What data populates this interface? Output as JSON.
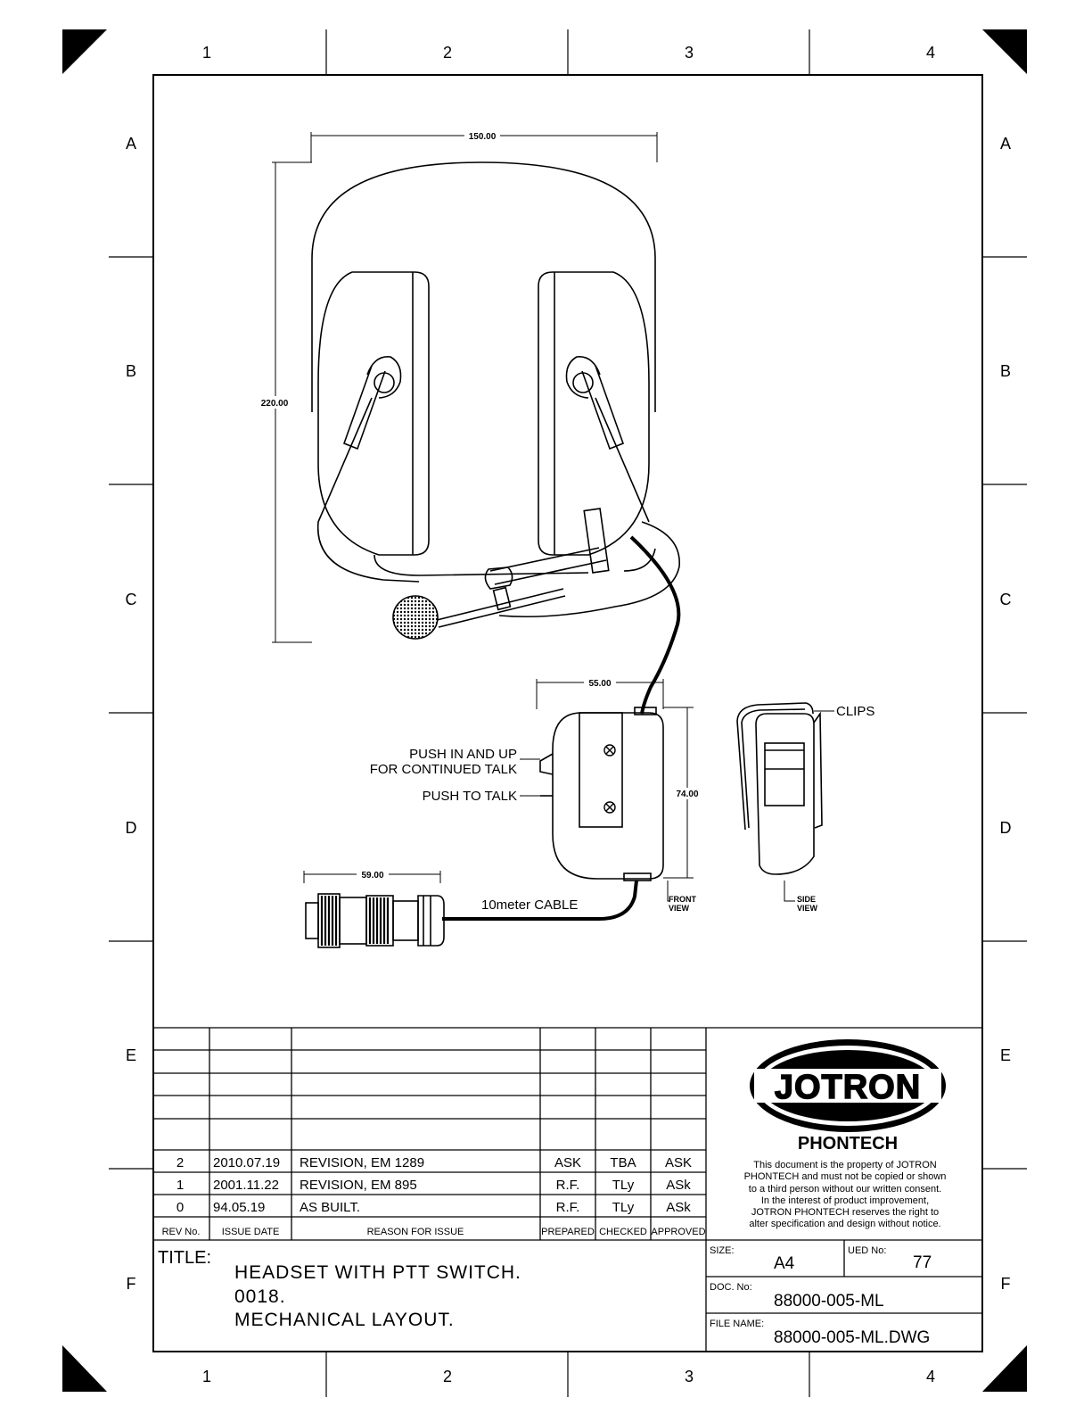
{
  "grid": {
    "columns": [
      "1",
      "2",
      "3",
      "4"
    ],
    "rows": [
      "A",
      "B",
      "C",
      "D",
      "E",
      "F"
    ]
  },
  "dimensions": {
    "headset_width": "150.00",
    "headset_height": "220.00",
    "ptt_width": "55.00",
    "ptt_height": "74.00",
    "connector_length": "59.00"
  },
  "callouts": {
    "push_in_line1": "PUSH IN AND UP",
    "push_in_line2": "FOR CONTINUED TALK",
    "push_to_talk": "PUSH TO TALK",
    "clips": "CLIPS",
    "cable": "10meter CABLE",
    "front_view_1": "FRONT",
    "front_view_2": "VIEW",
    "side_view_1": "SIDE",
    "side_view_2": "VIEW"
  },
  "revisions": {
    "headers": [
      "REV No.",
      "ISSUE DATE",
      "REASON FOR ISSUE",
      "PREPARED",
      "CHECKED",
      "APPROVED"
    ],
    "rows": [
      [
        "2",
        "2010.07.19",
        "REVISION, EM 1289",
        "ASK",
        "TBA",
        "ASK"
      ],
      [
        "1",
        "2001.11.22",
        "REVISION, EM 895",
        "R.F.",
        "TLy",
        "ASk"
      ],
      [
        "0",
        "94.05.19",
        "AS BUILT.",
        "R.F.",
        "TLy",
        "ASk"
      ]
    ]
  },
  "company": {
    "logo": "JOTRON",
    "name": "PHONTECH",
    "notice": [
      "This document is the property of JOTRON",
      "PHONTECH and must not be copied or shown",
      "to a third person without our written consent.",
      "In the interest of product improvement,",
      "JOTRON PHONTECH reserves the right to",
      "alter specification and design without notice."
    ]
  },
  "title_block": {
    "title_label": "TITLE:",
    "title_lines": [
      "HEADSET WITH PTT SWITCH.",
      "0018.",
      "MECHANICAL LAYOUT."
    ],
    "size_label": "SIZE:",
    "size_value": "A4",
    "ued_label": "UED No:",
    "ued_value": "77",
    "doc_label": "DOC. No:",
    "doc_value": "88000-005-ML",
    "file_label": "FILE NAME:",
    "file_value": "88000-005-ML.DWG"
  }
}
